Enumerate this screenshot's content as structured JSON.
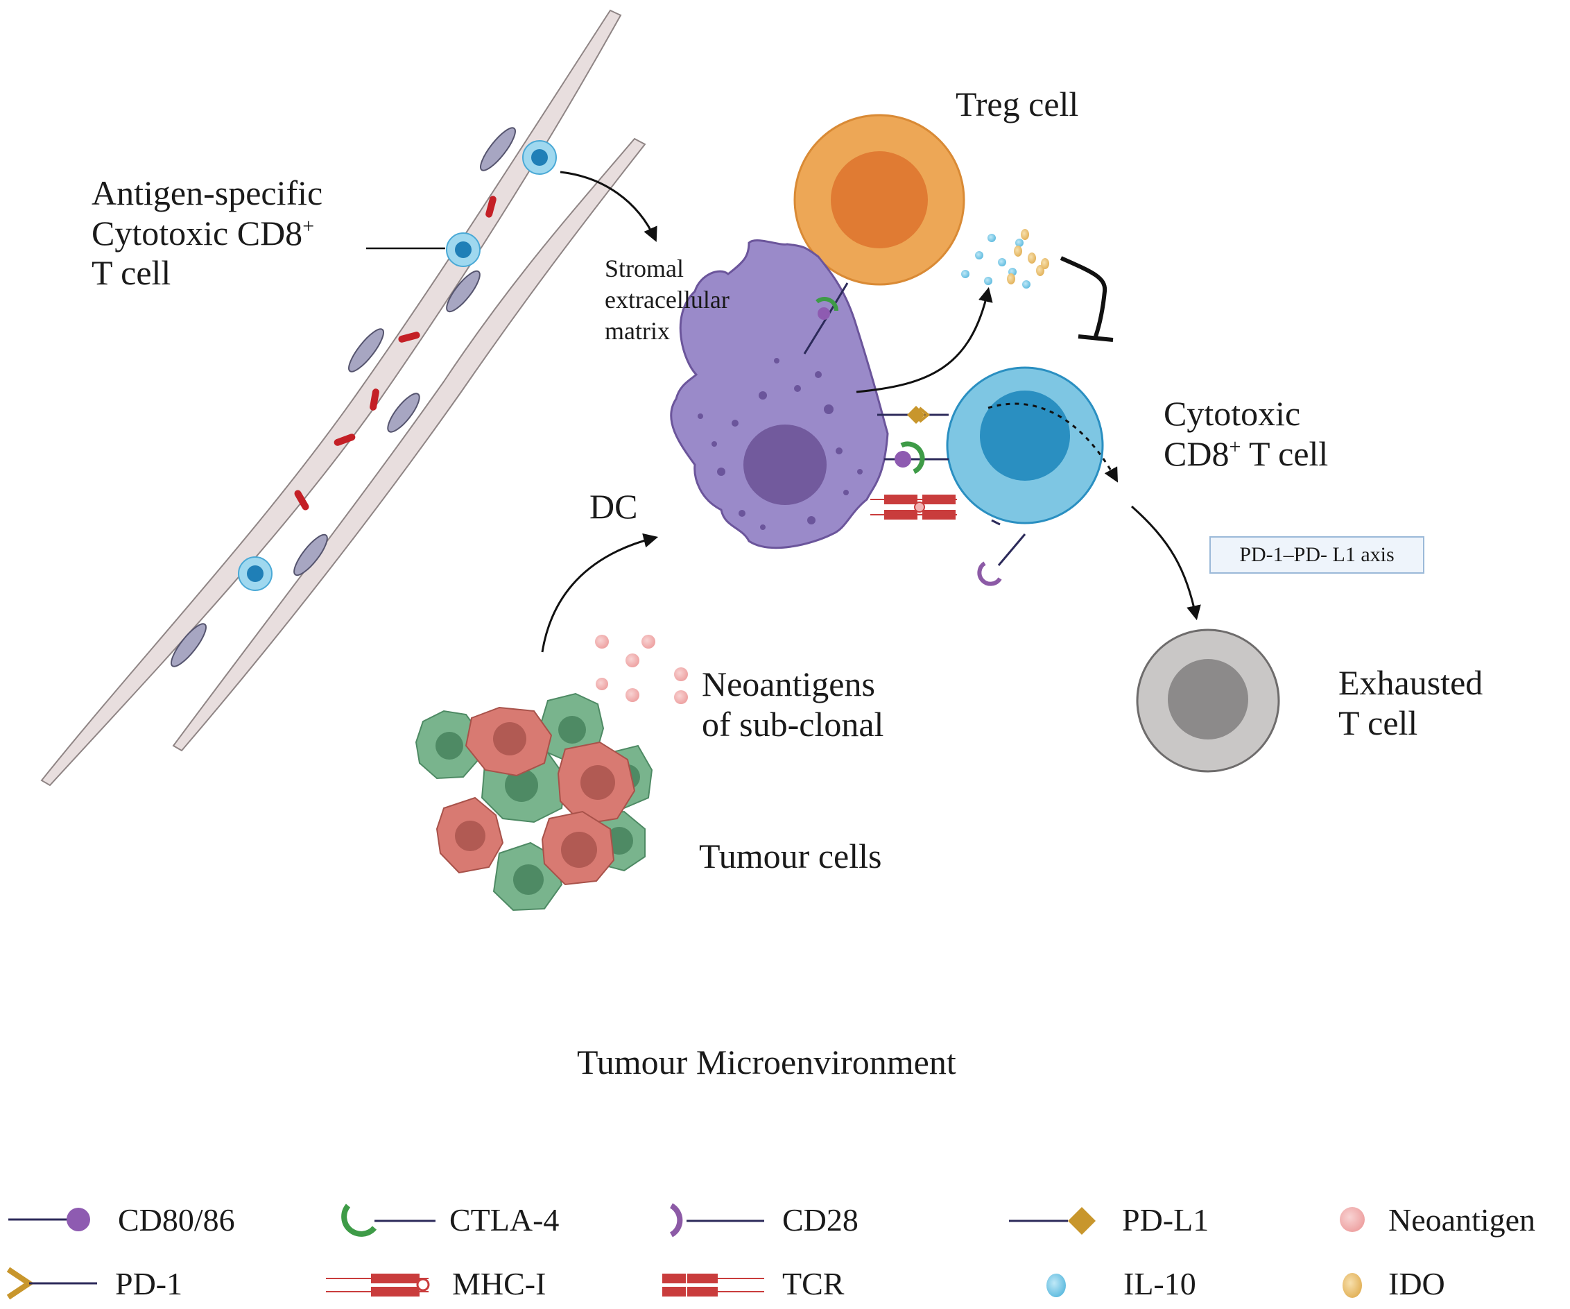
{
  "labels": {
    "antigen_cell_line1": "Antigen-specific",
    "antigen_cell_line2_main": "Cytotoxic CD8",
    "antigen_cell_line2_sup": "+",
    "antigen_cell_line3": "T cell",
    "stromal_line1": "Stromal",
    "stromal_line2": "extracellular",
    "stromal_line3": "matrix",
    "treg": "Treg cell",
    "cytotoxic_line1": "Cytotoxic",
    "cytotoxic_line2_main": "CD8",
    "cytotoxic_line2_sup": "+",
    "cytotoxic_line2_end": " T cell",
    "dc": "DC",
    "pd1_axis": "PD-1–PD- L1 axis",
    "exhausted_line1": "Exhausted",
    "exhausted_line2": "T cell",
    "neo_line1": "Neoantigens",
    "neo_line2": "of sub-clonal",
    "tumour_cells": "Tumour cells",
    "footer": "Tumour Microenvironment"
  },
  "legend": {
    "cd80": "CD80/86",
    "ctla4": "CTLA-4",
    "cd28": "CD28",
    "pdl1": "PD-L1",
    "neoantigen": "Neoantigen",
    "pd1": "PD-1",
    "mhc1": "MHC-I",
    "tcr": "TCR",
    "il10": "IL-10",
    "ido": "IDO"
  },
  "colors": {
    "treg_outer": "#eda756",
    "treg_nucleus": "#e07b33",
    "cytotoxic_outer": "#7ec6e3",
    "cytotoxic_nucleus": "#2a8fc1",
    "exhausted_outer": "#c9c7c6",
    "exhausted_nucleus": "#8c8a8a",
    "dc_body": "#9a8ac9",
    "dc_nucleus": "#725a9d",
    "tumour_green": "#79b48d",
    "tumour_red": "#d87a72",
    "neoantigen": "#f2b4b4",
    "il10": "#7fcbe8",
    "ido": "#eec57a",
    "receptor_line": "#2c2a5a",
    "cd80": "#8e5bb1",
    "ctla4": "#3e9b47",
    "cd28": "#8c5aa6",
    "pdl1": "#c8962c",
    "pd1": "#c8962c",
    "mhc_tcr": "#c93c3c",
    "fibroblast": "#e8dede",
    "fibroblast_nucleus": "#a7a6c2"
  }
}
